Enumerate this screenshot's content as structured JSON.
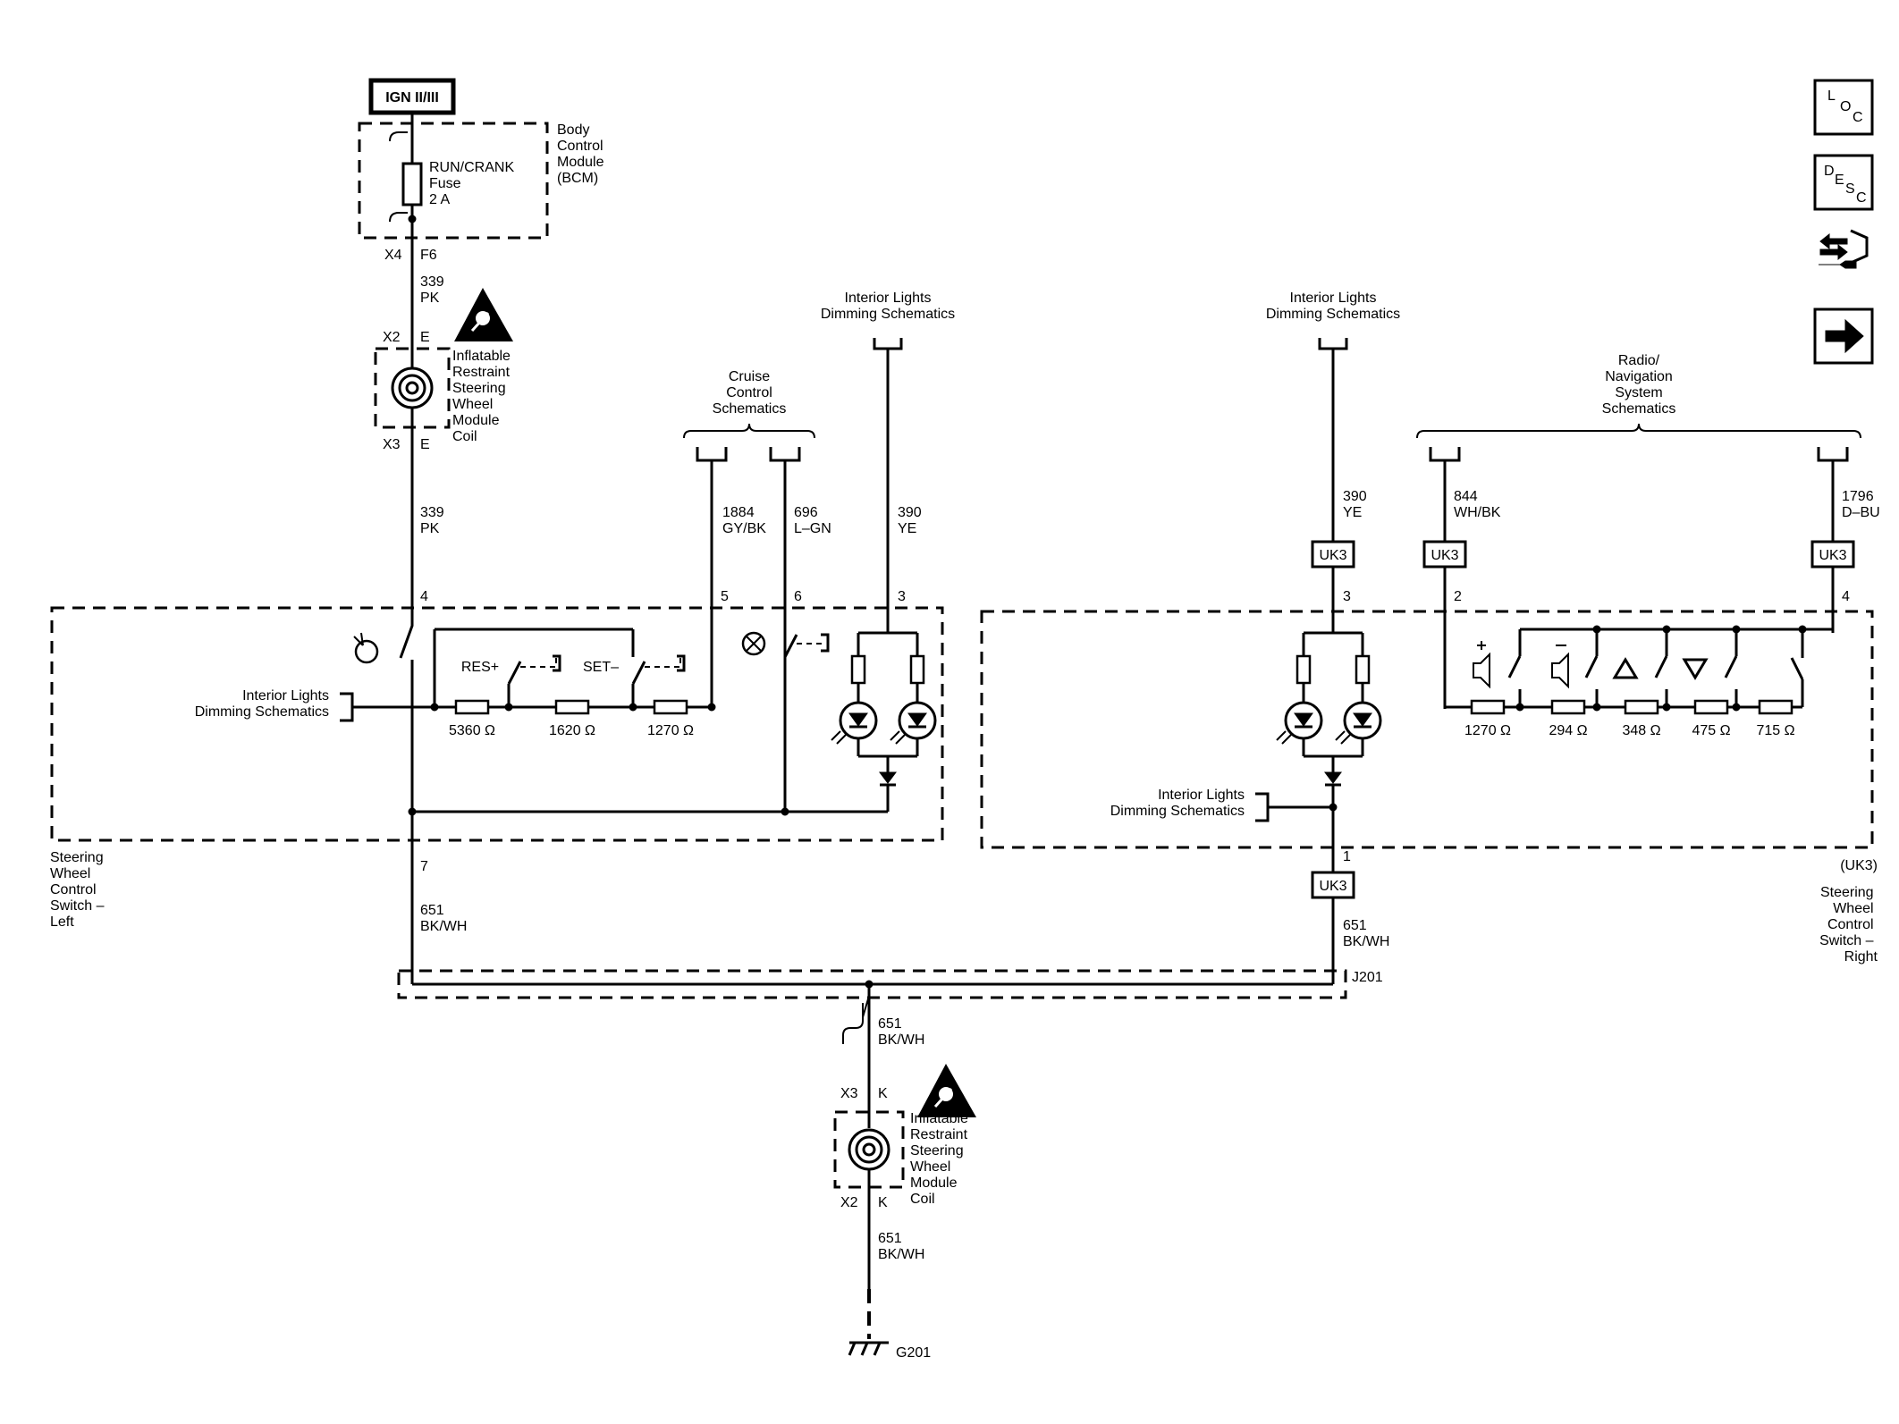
{
  "title_box": "IGN II/III",
  "bcm": {
    "label": [
      "Body",
      "Control",
      "Module",
      "(BCM)"
    ],
    "fuse": [
      "RUN/CRANK",
      "Fuse",
      "2 A"
    ]
  },
  "connectors_top": {
    "x4": "X4",
    "f6": "F6",
    "x2": "X2",
    "e1": "E",
    "x3": "X3",
    "e2": "E"
  },
  "wire_339_a": [
    "339",
    "PK"
  ],
  "wire_339_b": [
    "339",
    "PK"
  ],
  "coil_label": [
    "Inflatable",
    "Restraint",
    "Steering",
    "Wheel",
    "Module",
    "Coil"
  ],
  "refs": {
    "interior_lights": [
      "Interior Lights",
      "Dimming Schematics"
    ],
    "cruise": [
      "Cruise",
      "Control",
      "Schematics"
    ],
    "radio": [
      "Radio/",
      "Navigation",
      "System",
      "Schematics"
    ]
  },
  "wires": {
    "w1884": [
      "1884",
      "GY/BK"
    ],
    "w696": [
      "696",
      "L–GN"
    ],
    "w390l": [
      "390",
      "YE"
    ],
    "w390r": [
      "390",
      "YE"
    ],
    "w844": [
      "844",
      "WH/BK"
    ],
    "w1796": [
      "1796",
      "D–BU"
    ],
    "w651l": [
      "651",
      "BK/WH"
    ],
    "w651r": [
      "651",
      "BK/WH"
    ],
    "w651c": [
      "651",
      "BK/WH"
    ],
    "w651g": [
      "651",
      "BK/WH"
    ]
  },
  "pins": {
    "p4": "4",
    "p5": "5",
    "p6": "6",
    "p3l": "3",
    "p7": "7",
    "p3r": "3",
    "p2": "2",
    "p4r": "4",
    "p1": "1"
  },
  "uk3": "UK3",
  "switch_left": {
    "label": [
      "Steering",
      "Wheel",
      "Control",
      "Switch –",
      "Left"
    ],
    "res": "RES+",
    "set": "SET–",
    "resistors": [
      "5360 Ω",
      "1620 Ω",
      "1270 Ω"
    ]
  },
  "switch_right": {
    "option": "(UK3)",
    "label": [
      "Steering",
      "Wheel",
      "Control",
      "Switch –",
      "Right"
    ],
    "resistors": [
      "1270 Ω",
      "294 Ω",
      "348 Ω",
      "475 Ω",
      "715 Ω"
    ]
  },
  "splice": "J201",
  "lower_conn": {
    "x3": "X3",
    "k1": "K",
    "x2": "X2",
    "k2": "K"
  },
  "ground": "G201",
  "nav_icons": [
    "loc-icon",
    "desc-icon",
    "connector-wrench-icon",
    "next-arrow-icon"
  ]
}
